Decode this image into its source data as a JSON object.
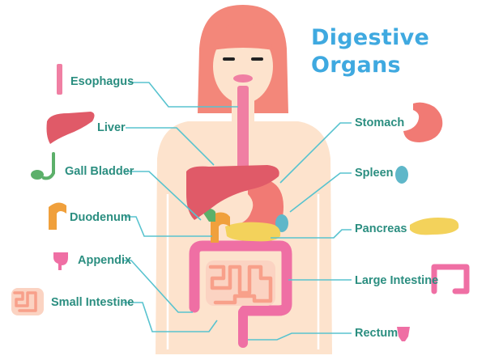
{
  "title": {
    "line1": "Digestive",
    "line2": "Organs"
  },
  "labels": {
    "esophagus": "Esophagus",
    "liver": "Liver",
    "gall_bladder": "Gall Bladder",
    "duodenum": "Duodenum",
    "appendix": "Appendix",
    "small_intestine": "Small Intestine",
    "stomach": "Stomach",
    "spleen": "Spleen",
    "pancreas": "Pancreas",
    "large_intestine": "Large Intestine",
    "rectum": "Rectum"
  },
  "colors": {
    "title": "#3fa9e0",
    "label": "#2b8e80",
    "leader_line": "#58c3cf",
    "hair": "#f3877a",
    "skin": "#fde3cd",
    "esophagus": "#f07fa3",
    "liver": "#e05a68",
    "stomach": "#f17a74",
    "gall_bladder": "#5cb06a",
    "duodenum": "#f0a03c",
    "pancreas": "#f3d25b",
    "spleen": "#5fb7c9",
    "intestine": "#ef6fa4",
    "small_intestine": "#f8a08a"
  }
}
